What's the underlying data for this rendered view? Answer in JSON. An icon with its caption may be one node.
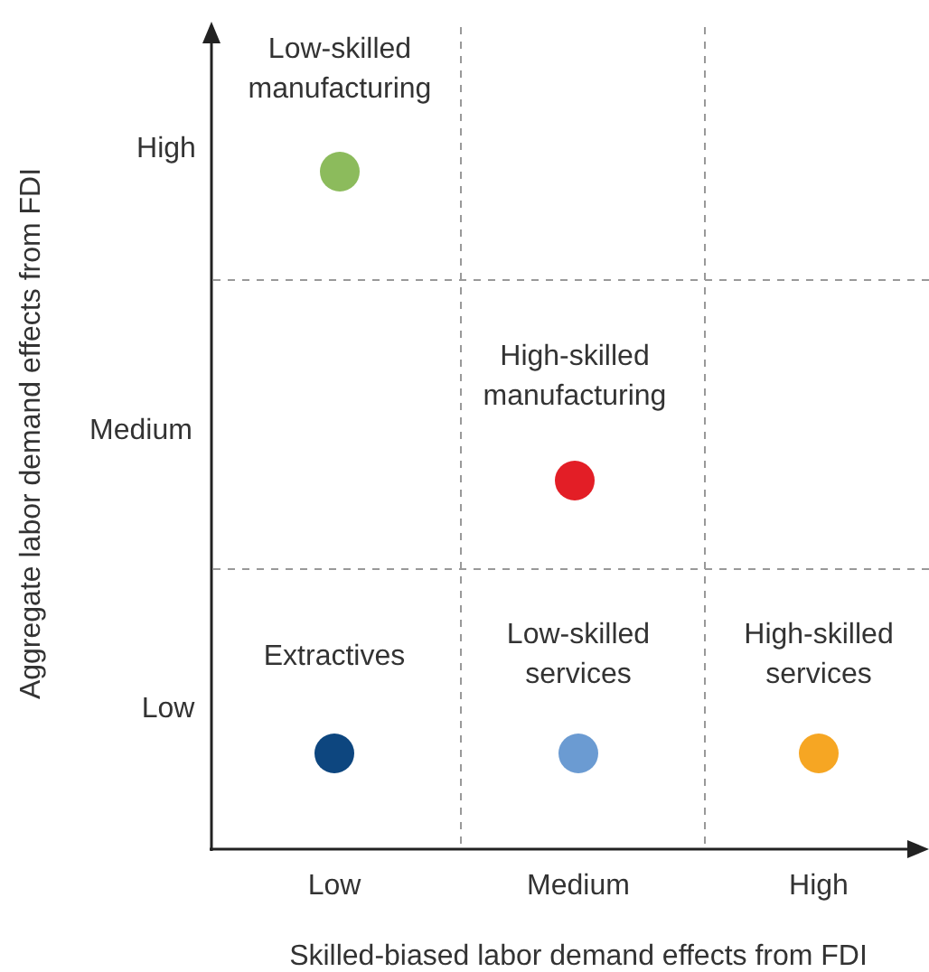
{
  "diagram": {
    "nodes": [
      {
        "text": [
          "Low-skilled manufacturing"
        ]
      },
      {
        "text": [
          "High-skilled manufacturing"
        ]
      },
      {
        "text": [
          "Extractives"
        ]
      },
      {
        "text": [
          "Low-skilled services"
        ]
      },
      {
        "text": [
          "High-skilled services"
        ]
      }
    ],
    "labels": [
      "High",
      "Medium",
      "Low",
      "Low",
      "Medium",
      "High",
      "Skilled-biased labor demand effects from FDI",
      "Aggregate labor demand effects from FDI"
    ]
  }
}
